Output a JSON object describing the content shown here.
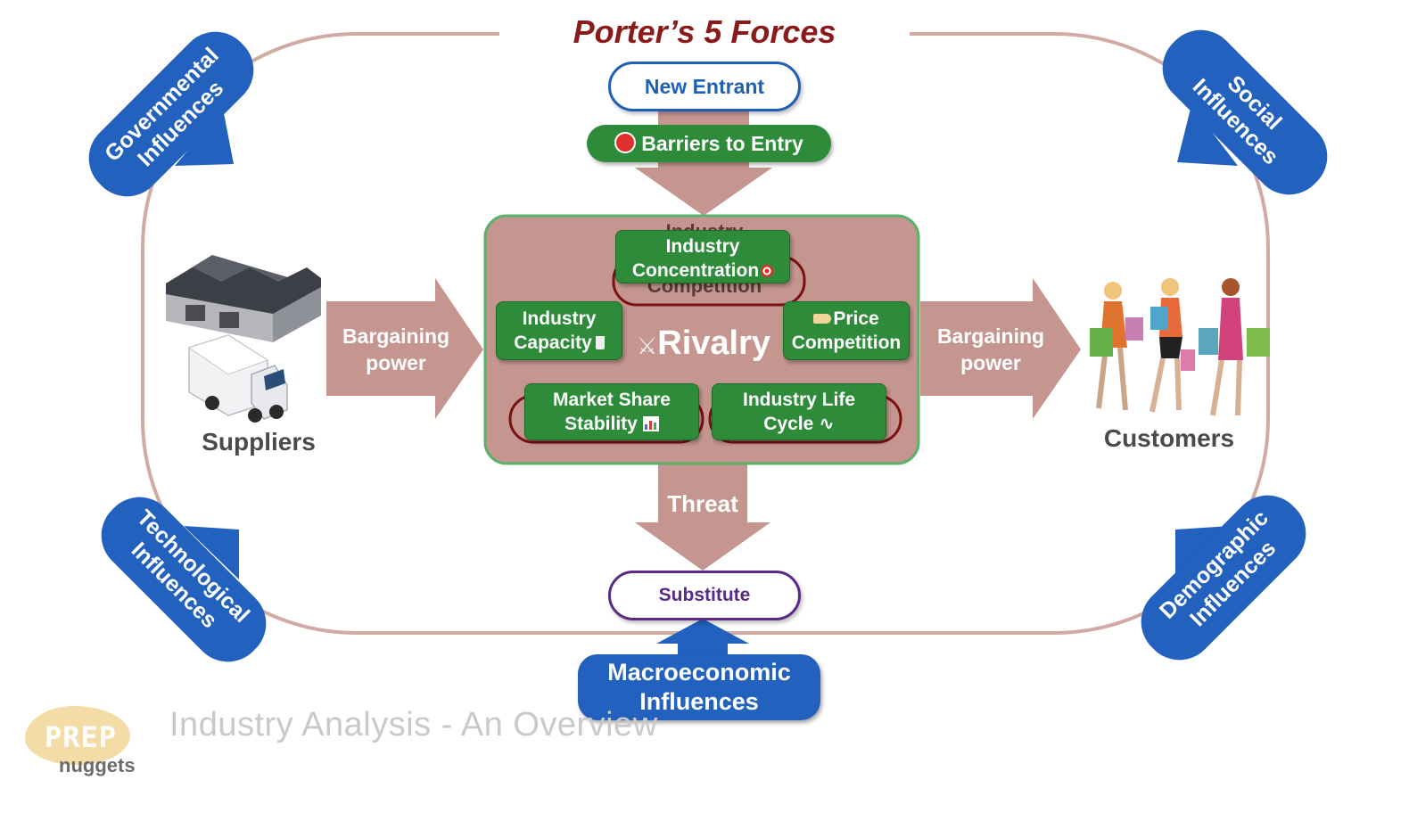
{
  "title": "Porter’s 5 Forces",
  "new_entrant": "New Entrant",
  "barriers": {
    "icon": "stop-sign-icon",
    "label": "Barriers to Entry"
  },
  "rivalry": {
    "icon": "crossed-swords-icon",
    "label": "Rivalry",
    "hidden_text_1": "Industry",
    "hidden_text_2": "Competition",
    "factors": {
      "concentration_l1": "Industry",
      "concentration_l2": "Concentration",
      "concentration_icon": "target-icon",
      "capacity_l1": "Industry",
      "capacity_l2": "Capacity",
      "capacity_icon": "glass-icon",
      "price_l1": "Price",
      "price_icon": "price-tag-icon",
      "price_l2": "Competition",
      "market_l1": "Market Share",
      "market_l2": "Stability",
      "market_icon": "bar-chart-icon",
      "lifecycle_l1": "Industry Life",
      "lifecycle_l2": "Cycle",
      "lifecycle_icon": "sine-wave-icon"
    }
  },
  "suppliers": {
    "label": "Suppliers",
    "arrow_l1": "Bargaining",
    "arrow_l2": "power"
  },
  "customers": {
    "label": "Customers",
    "arrow_l1": "Bargaining",
    "arrow_l2": "power"
  },
  "threat": "Threat",
  "substitute": "Substitute",
  "influences": {
    "governmental_l1": "Governmental",
    "governmental_l2": "Influences",
    "social_l1": "Social",
    "social_l2": "Influences",
    "technological_l1": "Technological",
    "technological_l2": "Influences",
    "demographic_l1": "Demographic",
    "demographic_l2": "Influences",
    "macro_l1": "Macroeconomic",
    "macro_l2": "Influences"
  },
  "footer": {
    "logo_l1": "PREP",
    "logo_l2": "nuggets",
    "caption": "Industry Analysis - An Overview"
  },
  "colors": {
    "force_arrow": "#c4968f",
    "rivalry_box": "#c4968f",
    "green": "#2e8b3a",
    "blue": "#2361be",
    "title": "#8b1a1a"
  }
}
